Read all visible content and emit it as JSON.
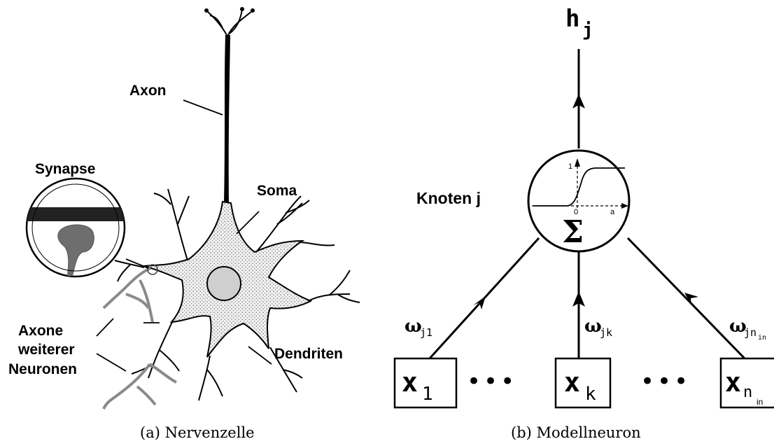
{
  "neuron": {
    "labels": {
      "axon": "Axon",
      "synapse": "Synapse",
      "soma": "Soma",
      "axons_line1": "Axone",
      "axons_line2": "weiterer",
      "axons_line3": "Neuronen",
      "dendrites": "Dendriten"
    },
    "caption": "(a) Nervenzelle"
  },
  "model": {
    "output": {
      "base": "h",
      "sub": "j"
    },
    "node_label": "Knoten j",
    "sum_symbol": "Σ",
    "activation": {
      "y_tick": "1",
      "x_tick": "0",
      "x_axis": "a"
    },
    "inputs": [
      {
        "base": "x",
        "sub": "1",
        "sub2": ""
      },
      {
        "base": "x",
        "sub": "k",
        "sub2": ""
      },
      {
        "base": "x",
        "sub": "n",
        "sub2": "in"
      }
    ],
    "weights": [
      {
        "base": "ω",
        "sub": "j1",
        "sub2": ""
      },
      {
        "base": "ω",
        "sub": "jk",
        "sub2": ""
      },
      {
        "base": "ω",
        "sub": "jn",
        "sub2": "in"
      }
    ],
    "ellipsis": "•••",
    "caption": "(b) Modellneuron"
  }
}
